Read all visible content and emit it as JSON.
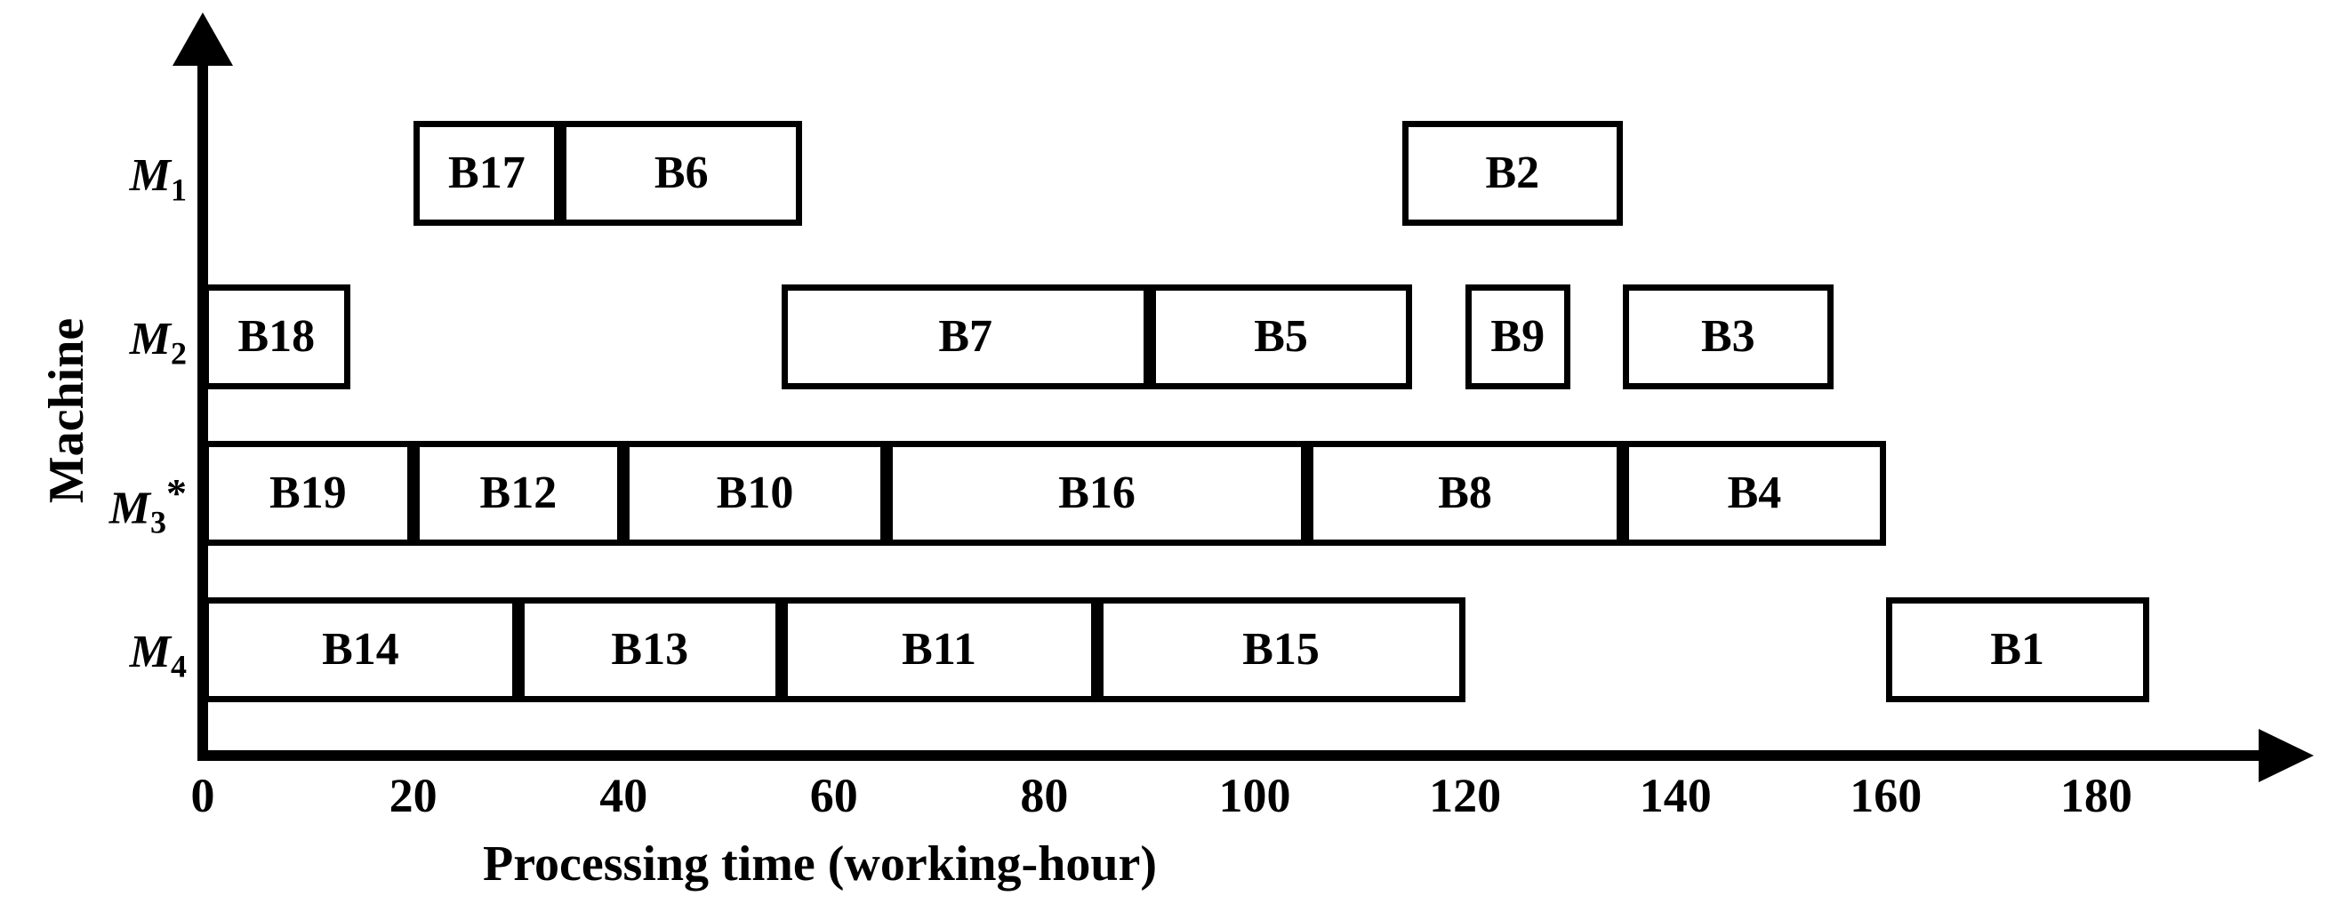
{
  "axes": {
    "x_title": "Processing time (working-hour)",
    "y_title": "Machine",
    "x_ticks": [
      "0",
      "20",
      "40",
      "60",
      "80",
      "100",
      "120",
      "140",
      "160",
      "180"
    ]
  },
  "rows": [
    {
      "id": "M1",
      "name": "M",
      "sub": "1",
      "star": ""
    },
    {
      "id": "M2",
      "name": "M",
      "sub": "2",
      "star": ""
    },
    {
      "id": "M3",
      "name": "M",
      "sub": "3",
      "star": "*"
    },
    {
      "id": "M4",
      "name": "M",
      "sub": "4",
      "star": ""
    }
  ],
  "chart_data": {
    "type": "bar",
    "title": "",
    "xlabel": "Processing time (working-hour)",
    "ylabel": "Machine",
    "xlim": [
      0,
      190
    ],
    "xticks": [
      0,
      20,
      40,
      60,
      80,
      100,
      120,
      140,
      160,
      180
    ],
    "grid": false,
    "legend": "none",
    "categories": [
      "M1",
      "M2",
      "M3*",
      "M4"
    ],
    "series": [
      {
        "name": "M1",
        "tasks": [
          {
            "label": "B17",
            "start": 20,
            "end": 34
          },
          {
            "label": "B6",
            "start": 34,
            "end": 57
          },
          {
            "label": "B2",
            "start": 114,
            "end": 135
          }
        ]
      },
      {
        "name": "M2",
        "tasks": [
          {
            "label": "B18",
            "start": 0,
            "end": 14
          },
          {
            "label": "B7",
            "start": 55,
            "end": 90
          },
          {
            "label": "B5",
            "start": 90,
            "end": 115
          },
          {
            "label": "B9",
            "start": 120,
            "end": 130
          },
          {
            "label": "B3",
            "start": 135,
            "end": 155
          }
        ]
      },
      {
        "name": "M3*",
        "tasks": [
          {
            "label": "B19",
            "start": 0,
            "end": 20
          },
          {
            "label": "B12",
            "start": 20,
            "end": 40
          },
          {
            "label": "B10",
            "start": 40,
            "end": 65
          },
          {
            "label": "B16",
            "start": 65,
            "end": 105
          },
          {
            "label": "B8",
            "start": 105,
            "end": 135
          },
          {
            "label": "B4",
            "start": 135,
            "end": 160
          }
        ]
      },
      {
        "name": "M4",
        "tasks": [
          {
            "label": "B14",
            "start": 0,
            "end": 30
          },
          {
            "label": "B13",
            "start": 30,
            "end": 55
          },
          {
            "label": "B11",
            "start": 55,
            "end": 85
          },
          {
            "label": "B15",
            "start": 85,
            "end": 120
          },
          {
            "label": "B1",
            "start": 160,
            "end": 185
          }
        ]
      }
    ]
  }
}
